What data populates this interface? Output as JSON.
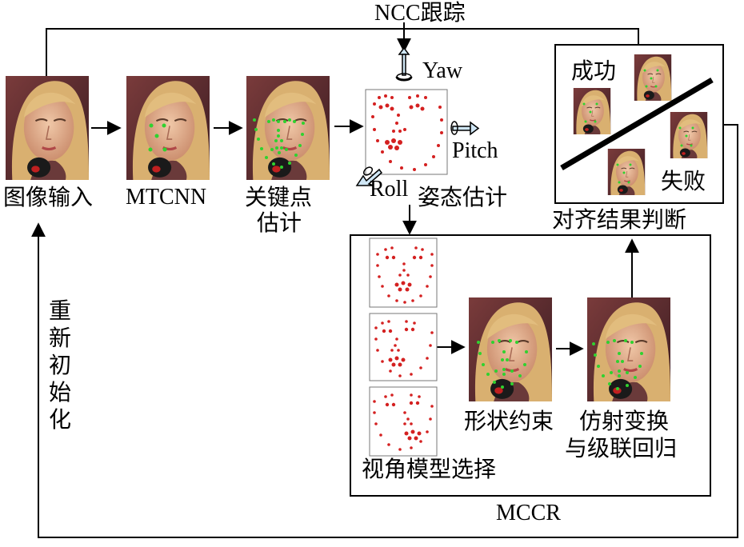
{
  "title": "NCC跟踪",
  "colors": {
    "landmark_green": "#2fd22f",
    "landmark_red": "#d42020",
    "line": "#000000"
  },
  "stages": {
    "input": "图像输入",
    "mtcnn": "MTCNN",
    "keypoint_line1": "关键点",
    "keypoint_line2": "估计",
    "pose": "姿态估计",
    "view_select": "视角模型选择",
    "shape_constraint": "形状约束",
    "affine_line1": "仿射变换",
    "affine_line2": "与级联回归",
    "align_judge": "对齐结果判断",
    "mccr": "MCCR"
  },
  "pose_axes": {
    "yaw": "Yaw",
    "pitch": "Pitch",
    "roll": "Roll"
  },
  "judge": {
    "success": "成功",
    "failure": "失败"
  },
  "reinit_chars": [
    "重",
    "新",
    "初",
    "始",
    "化"
  ],
  "icons": [
    "face-photo",
    "landmark-template",
    "yaw-rotation-icon",
    "pitch-rotation-icon",
    "roll-rotation-icon"
  ]
}
